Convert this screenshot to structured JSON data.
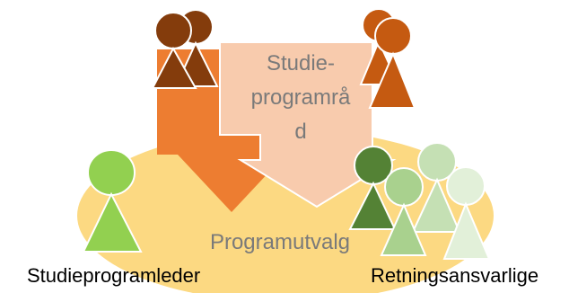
{
  "diagram": {
    "council_box_lines": [
      "Studie-",
      "programrå",
      "d"
    ],
    "committee_label": "Programutvalg",
    "left_person_label": "Studieprogramleder",
    "right_group_label": "Retningsansvarlige"
  },
  "colors": {
    "ellipse": "#fcd982",
    "orange_arrow": "#ed7d31",
    "peach_arrow": "#f8cbad",
    "brown_figure": "#843c0c",
    "dark_orange_figure": "#c55a11",
    "green_figure_light": "#92d050",
    "green_figure_dark": "#548235",
    "green_figure_mid": "#a9d18e",
    "green_figure_pale": "#c5e0b4",
    "green_figure_palest": "#e2f0d9"
  }
}
